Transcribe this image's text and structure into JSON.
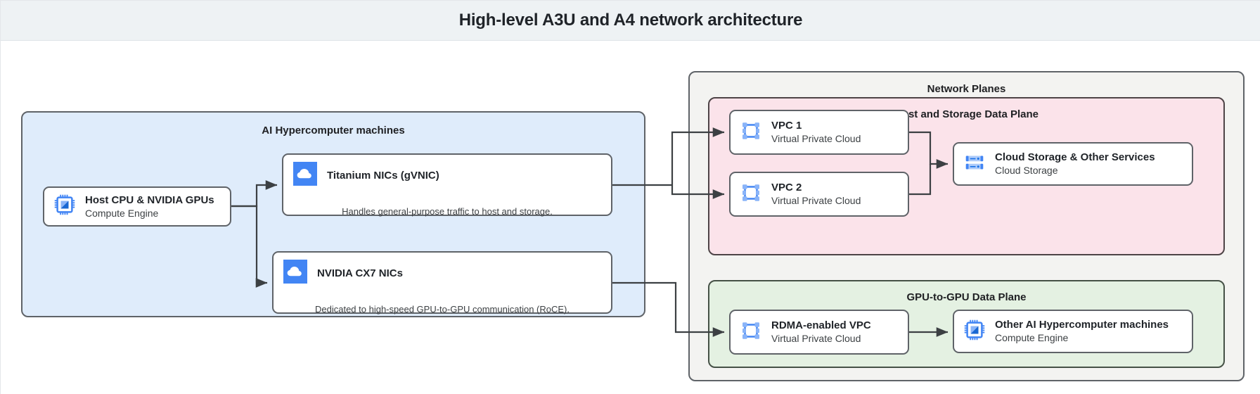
{
  "header": {
    "title": "High-level A3U and A4 network architecture"
  },
  "groups": {
    "machines": {
      "title": "AI Hypercomputer machines",
      "bg": "#dfecfb"
    },
    "planes": {
      "title": "Network Planes",
      "bg": "#f3f3f1"
    },
    "host_plane": {
      "title": "Host and Storage Data Plane",
      "bg": "#fbe3ea"
    },
    "gpu_plane": {
      "title": "GPU-to-GPU Data Plane",
      "bg": "#e4f1e2"
    }
  },
  "nodes": {
    "host_cpu": {
      "title": "Host CPU & NVIDIA GPUs",
      "subtitle": "Compute Engine",
      "icon": "cpu-chip-icon"
    },
    "titanium_nics": {
      "title": "Titanium NICs (gVNIC)",
      "note": "Handles general-purpose traffic to host and storage.",
      "icon": "cloud-icon"
    },
    "cx7_nics": {
      "title": "NVIDIA CX7 NICs",
      "note": "Dedicated to high-speed GPU-to-GPU communication (RoCE).",
      "icon": "cloud-icon"
    },
    "vpc1": {
      "title": "VPC 1",
      "subtitle": "Virtual Private Cloud",
      "icon": "vpc-icon"
    },
    "vpc2": {
      "title": "VPC 2",
      "subtitle": "Virtual Private Cloud",
      "icon": "vpc-icon"
    },
    "cloud_storage": {
      "title": "Cloud Storage & Other Services",
      "subtitle": "Cloud Storage",
      "icon": "cloud-storage-icon"
    },
    "rdma_vpc": {
      "title": "RDMA-enabled VPC",
      "subtitle": "Virtual Private Cloud",
      "icon": "vpc-icon"
    },
    "other_machines": {
      "title": "Other AI Hypercomputer machines",
      "subtitle": "Compute Engine",
      "icon": "cpu-chip-icon"
    }
  },
  "colors": {
    "header_bg": "#eef2f4",
    "accent_blue": "#4285f4",
    "icon_light_blue": "#8ab4f8",
    "stroke": "#5f6368",
    "machines_bg": "#dfecfb",
    "planes_bg": "#f3f3f1",
    "host_plane_bg": "#fbe3ea",
    "gpu_plane_bg": "#e4f1e2"
  },
  "connections": [
    {
      "from": "host_cpu",
      "to": "titanium_nics"
    },
    {
      "from": "host_cpu",
      "to": "cx7_nics"
    },
    {
      "from": "titanium_nics",
      "to": "vpc1"
    },
    {
      "from": "titanium_nics",
      "to": "vpc2"
    },
    {
      "from": "vpc1",
      "to": "cloud_storage"
    },
    {
      "from": "vpc2",
      "to": "cloud_storage"
    },
    {
      "from": "cx7_nics",
      "to": "rdma_vpc"
    },
    {
      "from": "rdma_vpc",
      "to": "other_machines"
    }
  ]
}
